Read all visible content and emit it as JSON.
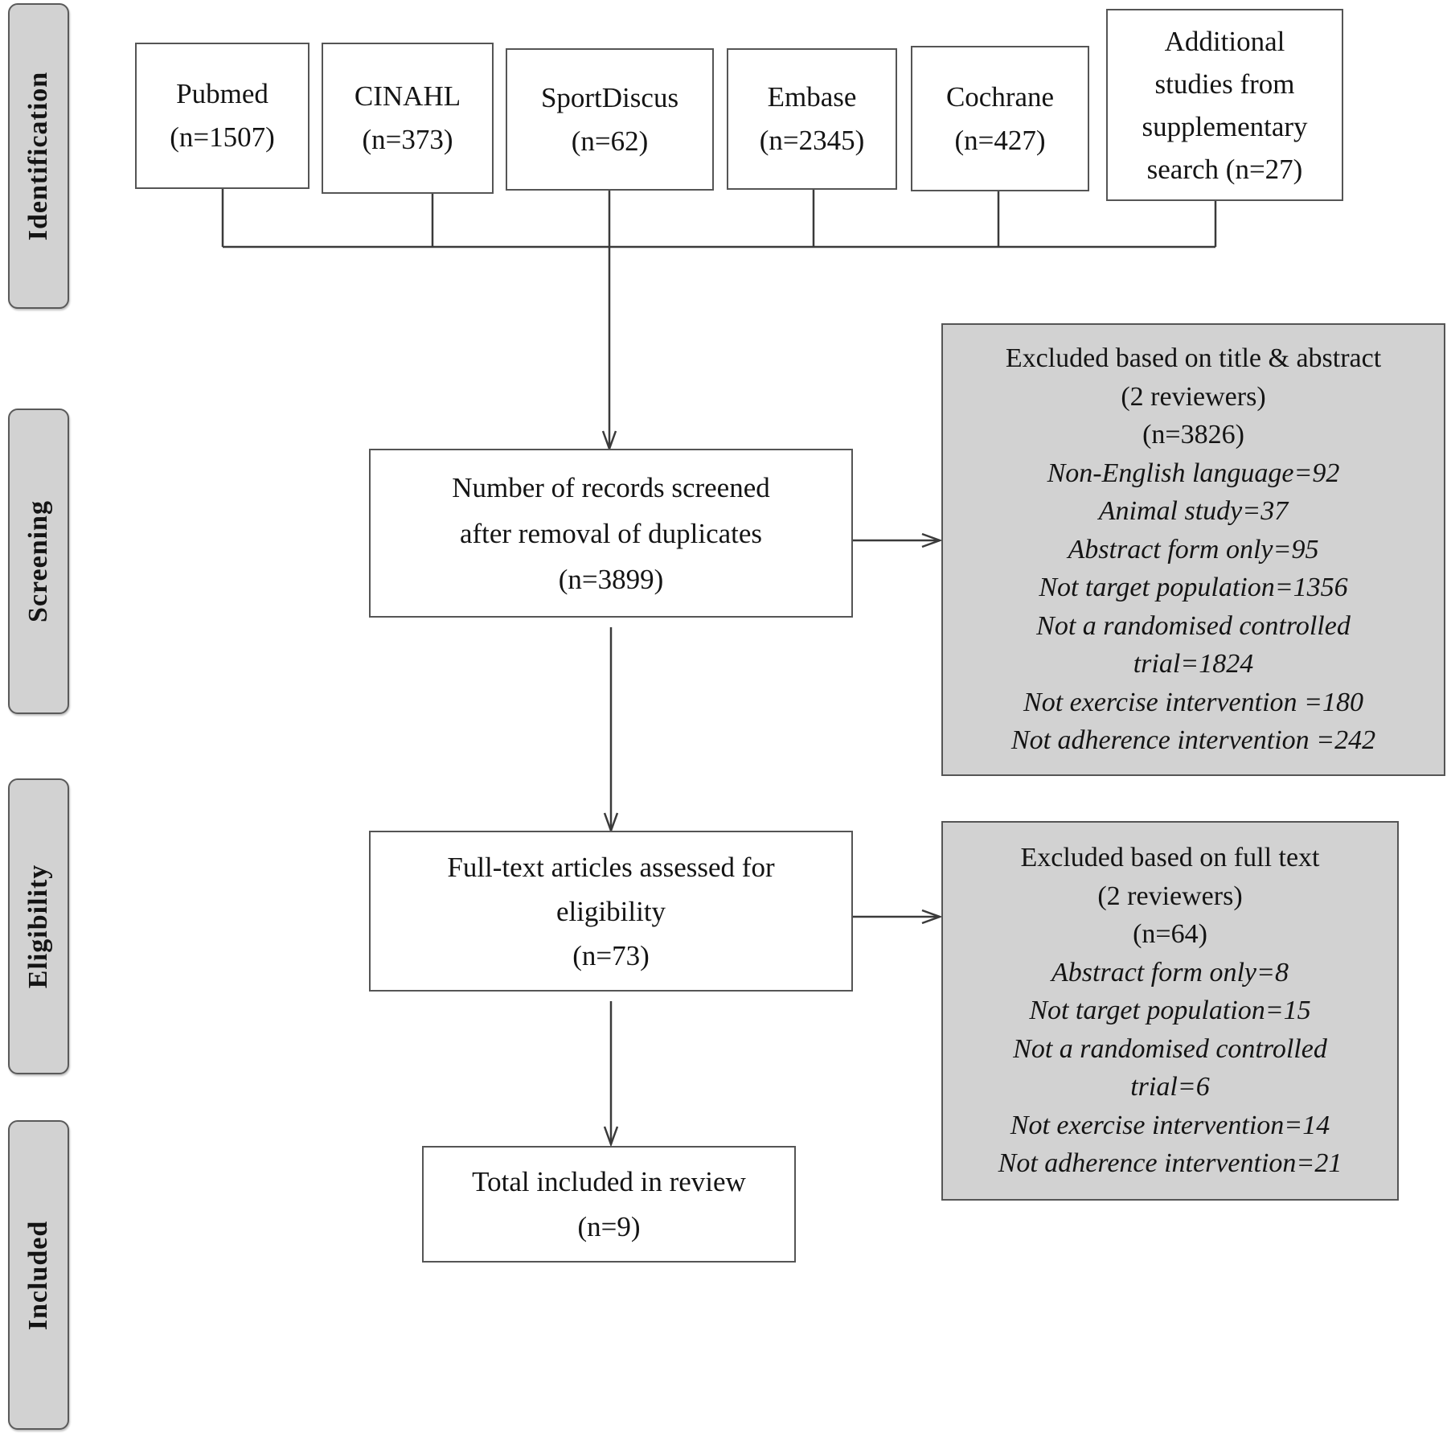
{
  "phases": {
    "identification": "Identification",
    "screening": "Screening",
    "eligibility": "Eligibility",
    "included": "Included"
  },
  "sources": {
    "pubmed": [
      "Pubmed",
      "(n=1507)"
    ],
    "cinahl": [
      "CINAHL",
      "(n=373)"
    ],
    "sportdiscus": [
      "SportDiscus",
      "(n=62)"
    ],
    "embase": [
      "Embase",
      "(n=2345)"
    ],
    "cochrane": [
      "Cochrane",
      "(n=427)"
    ],
    "additional": [
      "Additional",
      "studies from",
      "supplementary",
      "search (n=27)"
    ]
  },
  "screened": [
    "Number of records screened",
    "after removal of duplicates",
    "(n=3899)"
  ],
  "excluded_title": {
    "header": [
      "Excluded based on title & abstract",
      "(2 reviewers)",
      "(n=3826)"
    ],
    "reasons": [
      "Non-English language=92",
      "Animal study=37",
      "Abstract form only=95",
      "Not target population=1356",
      "Not a randomised controlled",
      "trial=1824",
      "Not exercise intervention =180",
      "Not adherence intervention =242"
    ]
  },
  "fulltext": [
    "Full-text articles assessed for",
    "eligibility",
    "(n=73)"
  ],
  "excluded_fulltext": {
    "header": [
      "Excluded based on full text",
      "(2 reviewers)",
      "(n=64)"
    ],
    "reasons": [
      "Abstract form only=8",
      "Not target population=15",
      "Not a randomised controlled",
      "trial=6",
      "Not exercise intervention=14",
      "Not adherence intervention=21"
    ]
  },
  "included": [
    "Total included in review",
    "(n=9)"
  ]
}
